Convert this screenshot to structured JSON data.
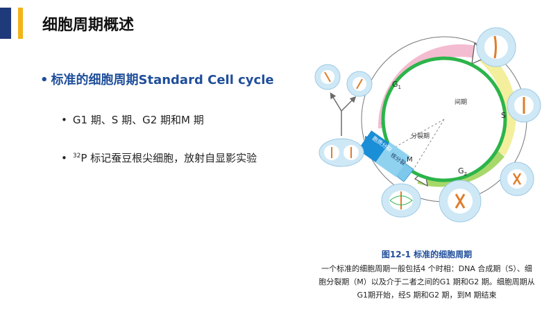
{
  "slide": {
    "title": "细胞周期概述",
    "heading_bullet": "•",
    "heading": "标准的细胞周期Standard Cell cycle",
    "sub_bullet": "•",
    "bullet1": "G1 期、S 期、G2 期和M 期",
    "bullet2_sup": "32",
    "bullet2": "P 标记蚕豆根尖细胞，放射自显影实验"
  },
  "figure": {
    "label_g1": "G",
    "label_g1_sub": "1",
    "label_s": "S",
    "label_g2": "G",
    "label_g2_sub": "2",
    "label_m": "M",
    "label_interphase": "间期",
    "label_mitotic_phase": "分裂期",
    "label_cytokinesis": "胞质分裂",
    "label_mitosis": "核分裂",
    "caption_title": "图12-1 标准的细胞周期",
    "caption_line1": "一个标准的细胞周期一般包括4 个时相：DNA 合成期（S）、细",
    "caption_line2": "胞分裂期（M）以及介于二者之间的G1 期和G2 期。细胞周期从",
    "caption_line3": "G1期开始，经S 期和G2 期，到M 期结束"
  },
  "colors": {
    "accent_blue": "#1f3a7a",
    "accent_yellow": "#f2b417",
    "heading_blue": "#1f4e9a",
    "g1_pink": "#f4bcd0",
    "s_yellow": "#f3ef9c",
    "g2_green": "#a8d86a",
    "m_blue": "#7ec8ec",
    "cytokinesis_blue": "#1a8ed6"
  }
}
